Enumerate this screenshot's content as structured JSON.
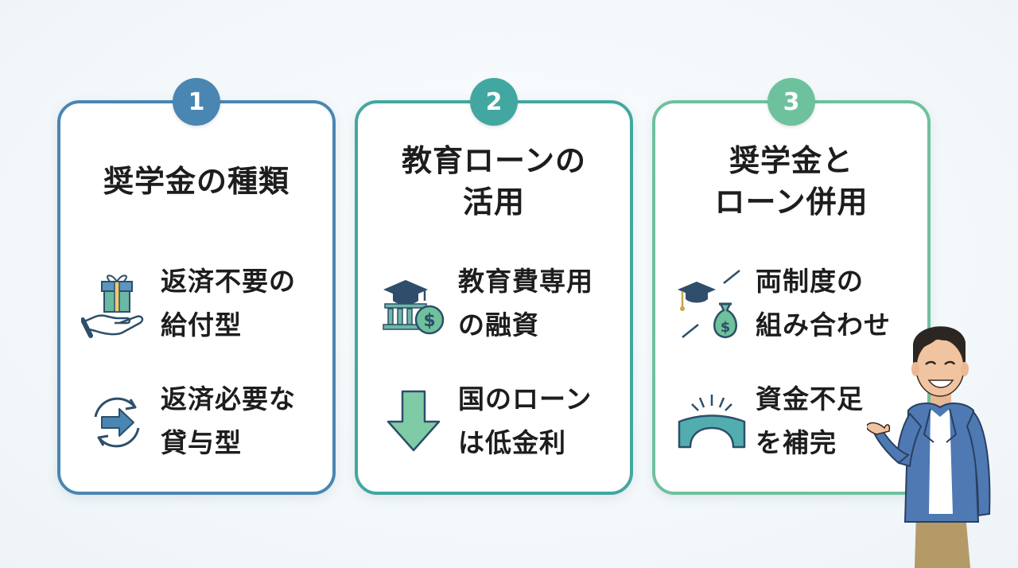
{
  "cards": [
    {
      "number": "1",
      "title": "奨学金の種類",
      "items": [
        {
          "label": "返済不要の\n給付型",
          "icon": "gift-hand-icon"
        },
        {
          "label": "返済必要な\n貸与型",
          "icon": "repayment-cycle-icon"
        }
      ],
      "color": "#4a86b2"
    },
    {
      "number": "2",
      "title": "教育ローンの\n活用",
      "items": [
        {
          "label": "教育費専用\nの融資",
          "icon": "bank-graduation-coin-icon"
        },
        {
          "label": "国のローン\nは低金利",
          "icon": "down-arrow-icon"
        }
      ],
      "color": "#42a7a0"
    },
    {
      "number": "3",
      "title": "奨学金と\nローン併用",
      "items": [
        {
          "label": "両制度の\n組み合わせ",
          "icon": "cap-and-moneybag-icon"
        },
        {
          "label": "資金不足\nを補完",
          "icon": "bridge-gap-icon"
        }
      ],
      "color": "#6ec19d"
    }
  ],
  "illustration": {
    "icon": "presenter-man-icon"
  }
}
